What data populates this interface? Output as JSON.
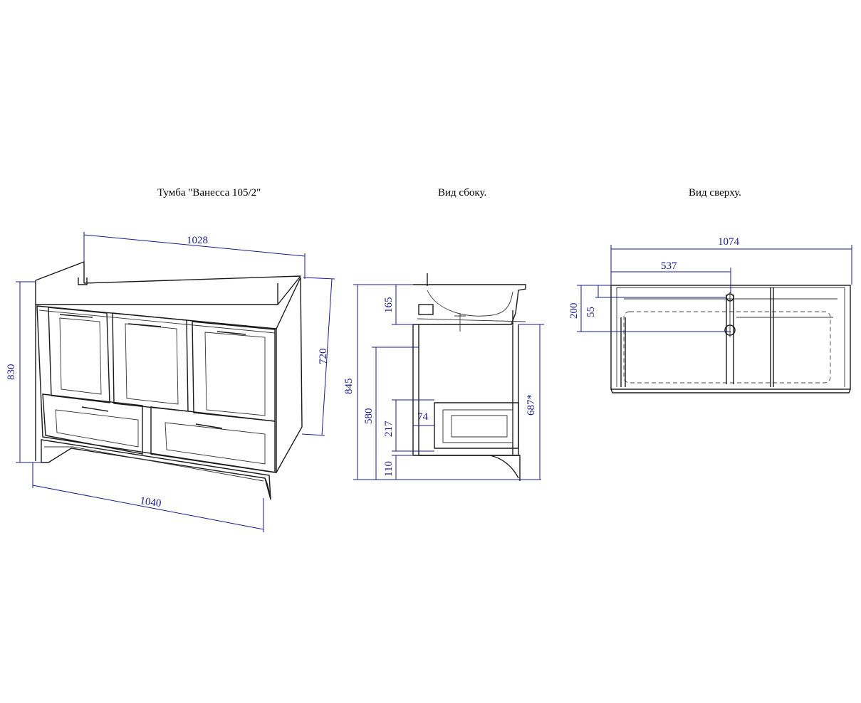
{
  "views": {
    "front": {
      "title": "Тумба \"Ванесса 105/2\""
    },
    "side": {
      "title": "Вид сбоку."
    },
    "top": {
      "title": "Вид сверху."
    }
  },
  "dimensions": {
    "front_top_width": "1028",
    "front_height": "830",
    "front_depth_height": "720",
    "front_bottom_width": "1040",
    "side_total": "845",
    "side_sink": "165",
    "side_580": "580",
    "side_217": "217",
    "side_74": "74",
    "side_110": "110",
    "side_687": "687*",
    "top_width": "1074",
    "top_half": "537",
    "top_200": "200",
    "top_55": "55"
  },
  "colors": {
    "dimension": "#1a1a8c",
    "outline": "#1a1a1a"
  }
}
